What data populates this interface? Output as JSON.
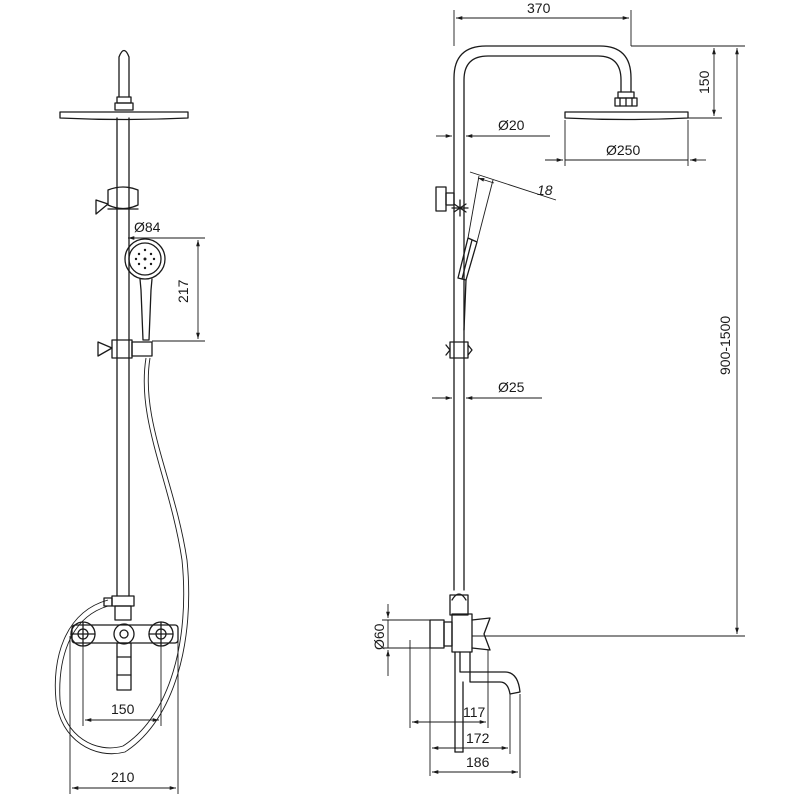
{
  "dimensions": {
    "front": {
      "handshower_diameter": "Ø84",
      "handshower_height": "217",
      "mixer_spacing": "150",
      "overall_width": "210"
    },
    "side": {
      "arm_reach": "370",
      "head_drop": "150",
      "arm_pipe_diameter": "Ø20",
      "head_diameter": "Ø250",
      "holder_angle": "18",
      "rail_diameter": "Ø25",
      "height_range": "900-1500",
      "mixer_body_diameter": "Ø60",
      "spout_117": "117",
      "spout_172": "172",
      "spout_186": "186"
    }
  }
}
